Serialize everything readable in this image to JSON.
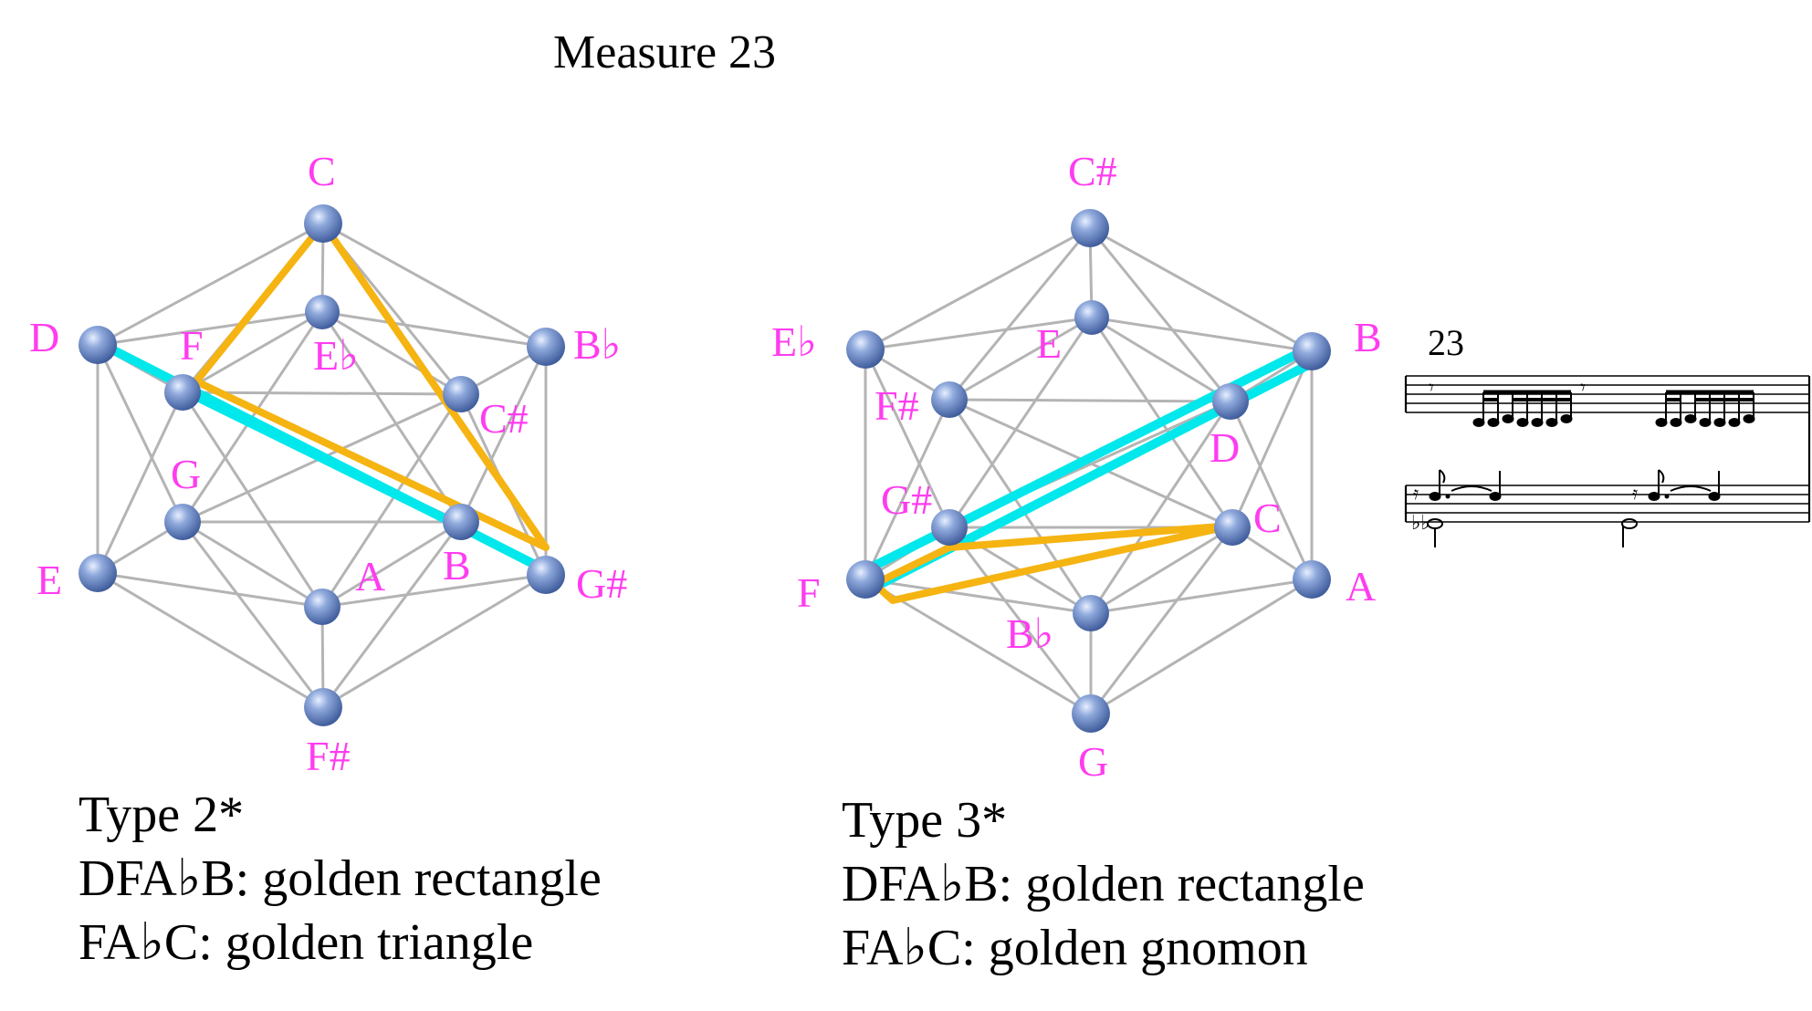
{
  "title": "Measure 23",
  "colors": {
    "label": "#ff3cf0",
    "edge": "#b4b4b4",
    "node": "#7f9cd0",
    "golden_rectangle": "#00e8ec",
    "golden_triangle": "#f5b412"
  },
  "diagram_left": {
    "labels": {
      "top": "C",
      "inner_top": "E♭",
      "upper_left": "D",
      "inner_upper_left": "F",
      "upper_right": "B♭",
      "inner_upper_right": "C#",
      "inner_lower_left": "G",
      "lower_left": "E",
      "inner_bottom": "A",
      "inner_lower_right": "B",
      "lower_right": "G#",
      "bottom": "F#"
    },
    "caption": {
      "line1": "Type 2*",
      "line2": "DFA♭B: golden rectangle",
      "line3": "FA♭C: golden triangle"
    }
  },
  "diagram_right": {
    "labels": {
      "top": "C#",
      "inner_top": "E",
      "upper_left": "E♭",
      "inner_upper_left": "F#",
      "upper_right": "B",
      "inner_upper_right": "D",
      "inner_lower_left": "G#",
      "lower_left": "F",
      "inner_bottom": "B♭",
      "inner_lower_right": "C",
      "lower_right": "A",
      "bottom": "G"
    },
    "caption": {
      "line1": "Type 3*",
      "line2": "DFA♭B: golden rectangle",
      "line3": "FA♭C: golden gnomon"
    }
  },
  "score": {
    "measure_number": "23"
  }
}
